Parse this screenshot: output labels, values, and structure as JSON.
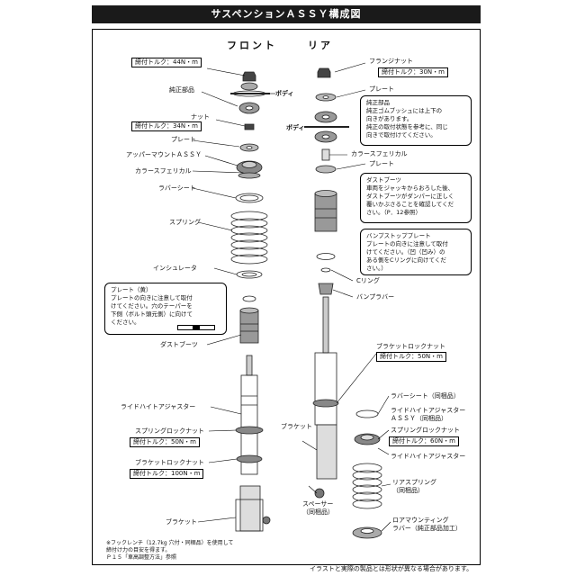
{
  "title": "サスペンションＡＳＳＹ構成図",
  "headers": {
    "front": "フロント",
    "rear": "リア"
  },
  "front": {
    "torque_top": "締付トルク：44N・m",
    "genuine_parts": "純正部品",
    "body": "ボディ",
    "nut": "ナット",
    "torque_nut": "締付トルク：34N・m",
    "plate": "プレート",
    "upper_mount": "アッパーマウントＡＳＳＹ",
    "collar": "カラースフェリカル",
    "rubber_sheet": "ラバーシート",
    "spring": "スプリング",
    "insulator": "インシュレータ",
    "plate_note": [
      "プレート（黄）",
      "プレートの向きに注意して取付",
      "けてください。穴のテーパーを",
      "下側（ボルト頭元側）に向けて",
      "ください。"
    ],
    "dust_boot": "ダストブーツ",
    "ride_height": "ライドハイトアジャスター",
    "spring_lock_nut": "スプリングロックナット",
    "torque_spring": "締付トルク：50N・m",
    "bracket_lock_nut": "ブラケットロックナット",
    "torque_bracket": "締付トルク：100N・m",
    "bracket": "ブラケット"
  },
  "rear": {
    "flange_nut": "フランジナット",
    "torque_top": "締付トルク：30N・m",
    "plate": "プレート",
    "bush_note": [
      "純正部品",
      "純正ゴムブッシュには上下の",
      "向きがあります。",
      "純正の取付状態を参考に、同じ",
      "向きで取付けてください。"
    ],
    "body": "ボディ",
    "collar": "カラースフェリカル",
    "plate2": "プレート",
    "dust_boot_note": [
      "ダストブーツ",
      "車両をジャッキからおろした後、",
      "ダストブーツがダンパーに正しく",
      "覆いかぶさることを確認してくだ",
      "さい。（P．12参照）"
    ],
    "bump_plate_note": [
      "バンプストッププレート",
      "プレートの向きに注意して取付",
      "けてください。（凹（凹み）の",
      "ある側をCリングに向けてくだ",
      "さい。）"
    ],
    "c_ring": "Cリング",
    "bump_rubber": "バンプラバー",
    "bracket_lock_nut": "ブラケットロックナット",
    "torque_bracket": "締付トルク：50N・m",
    "rubber_sheet": "ラバーシート（同梱品）",
    "ride_height_assy": [
      "ライドハイトアジャスター",
      "ＡＳＳＹ（同梱品）"
    ],
    "spring_lock_nut": "スプリングロックナット",
    "torque_spring": "締付トルク：60N・m",
    "ride_height": "ライドハイトアジャスター",
    "bracket": "ブラケット",
    "spacer": [
      "スペーサー",
      "（同梱品）"
    ],
    "rear_spring": [
      "リアスプリング",
      "（同梱品）"
    ],
    "lower_mount": [
      "ロアマウンティング",
      "ラバー（純正部品加工）"
    ]
  },
  "footnote": [
    "※フックレンチ（12.7kg 穴付・同梱品）を使用して",
    "締付け力の目安を得ます。",
    "Ｐ１５「車高調整方法」参照"
  ],
  "disclaimer": "イラストと実際の製品とは形状が異なる場合があります。"
}
